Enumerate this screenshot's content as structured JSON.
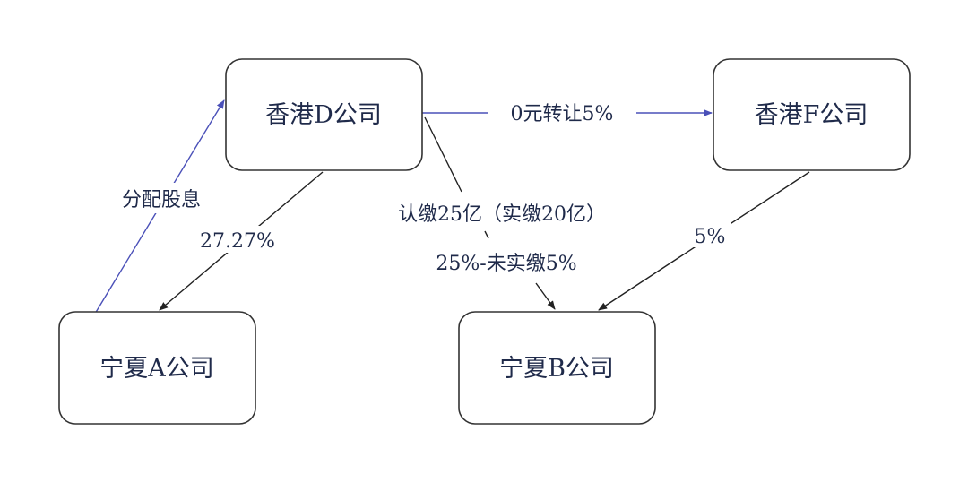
{
  "nodes": {
    "d": "香港D公司",
    "f": "香港F公司",
    "a": "宁夏A公司",
    "b": "宁夏B公司"
  },
  "edges": {
    "a_to_d": "分配股息",
    "d_to_a": "27.27%",
    "d_to_f": "0元转让5%",
    "d_to_b_line1": "认缴25亿（实缴20亿）",
    "d_to_b_line2": "25%-未实缴5%",
    "f_to_b": "5%"
  },
  "colors": {
    "blue_arrow": "#4a50b8",
    "black_arrow": "#222222",
    "text": "#1f2a4a"
  }
}
